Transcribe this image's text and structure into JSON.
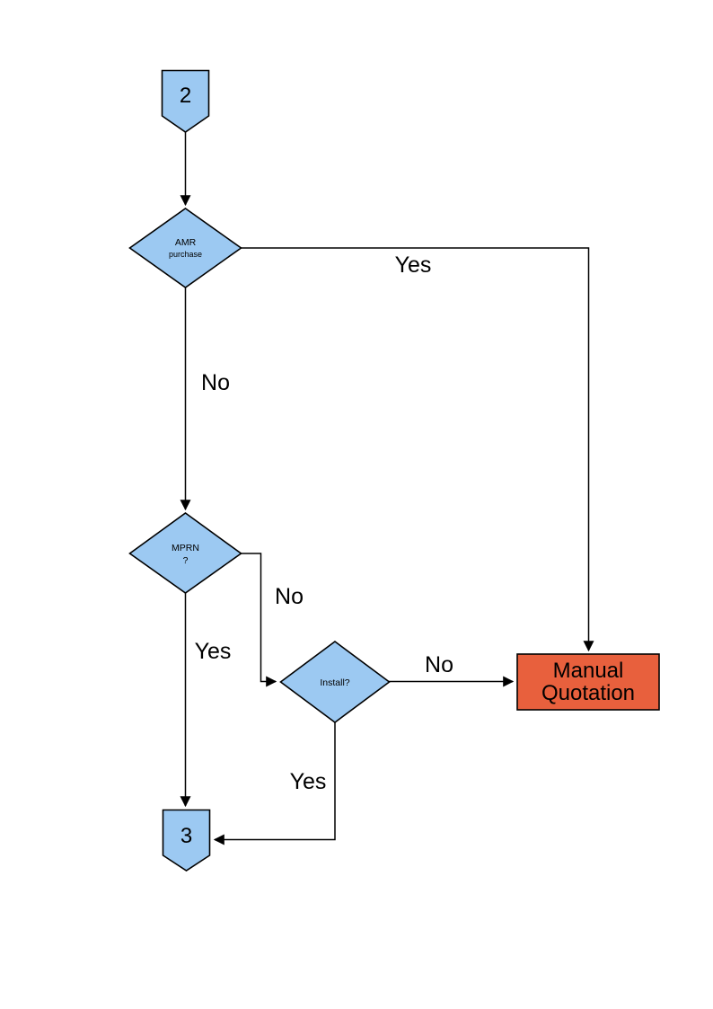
{
  "diagram": {
    "colors": {
      "node_fill": "#9CC9F2",
      "node_border": "#000000",
      "manual_quotation_fill": "#E8603D",
      "line_color": "#000000",
      "text_color": "#000000"
    },
    "nodes": {
      "connector_2": {
        "shape": "off-page-connector",
        "label": "2"
      },
      "amr_purchase": {
        "shape": "decision",
        "line1": "AMR",
        "line2": "purchase"
      },
      "mprn": {
        "shape": "decision",
        "line1": "MPRN",
        "line2": "?"
      },
      "install": {
        "shape": "decision",
        "label": "Install?"
      },
      "manual_quotation": {
        "shape": "process",
        "line1": "Manual",
        "line2": "Quotation"
      },
      "connector_3": {
        "shape": "off-page-connector",
        "label": "3"
      }
    },
    "edge_labels": {
      "amr_yes": "Yes",
      "amr_no": "No",
      "mprn_no": "No",
      "mprn_yes": "Yes",
      "install_no": "No",
      "install_yes": "Yes"
    }
  }
}
